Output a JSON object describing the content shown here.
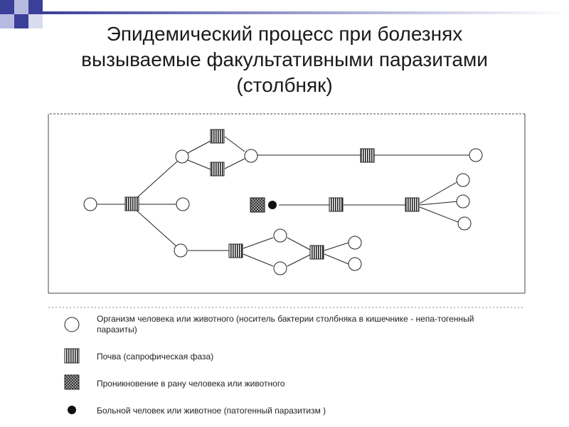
{
  "title": {
    "line1": "Эпидемический процесс при болезнях",
    "line2": "вызываемые факультативными паразитами",
    "line3": "(столбняк)"
  },
  "legend": {
    "organism": "Организм человека или животного (носитель бактерии столбняка в кишечнике - непа-тогенный паразиты)",
    "soil": "Почва (сапрофическая фаза)",
    "penetration": "Проникновение в рану человека или животного",
    "sick": "Больной человек или животное  (патогенный паразитизм )"
  },
  "colors": {
    "decor_blue": "#3a3f9a",
    "decor_light": "#9ea3d4",
    "line": "#222222"
  }
}
